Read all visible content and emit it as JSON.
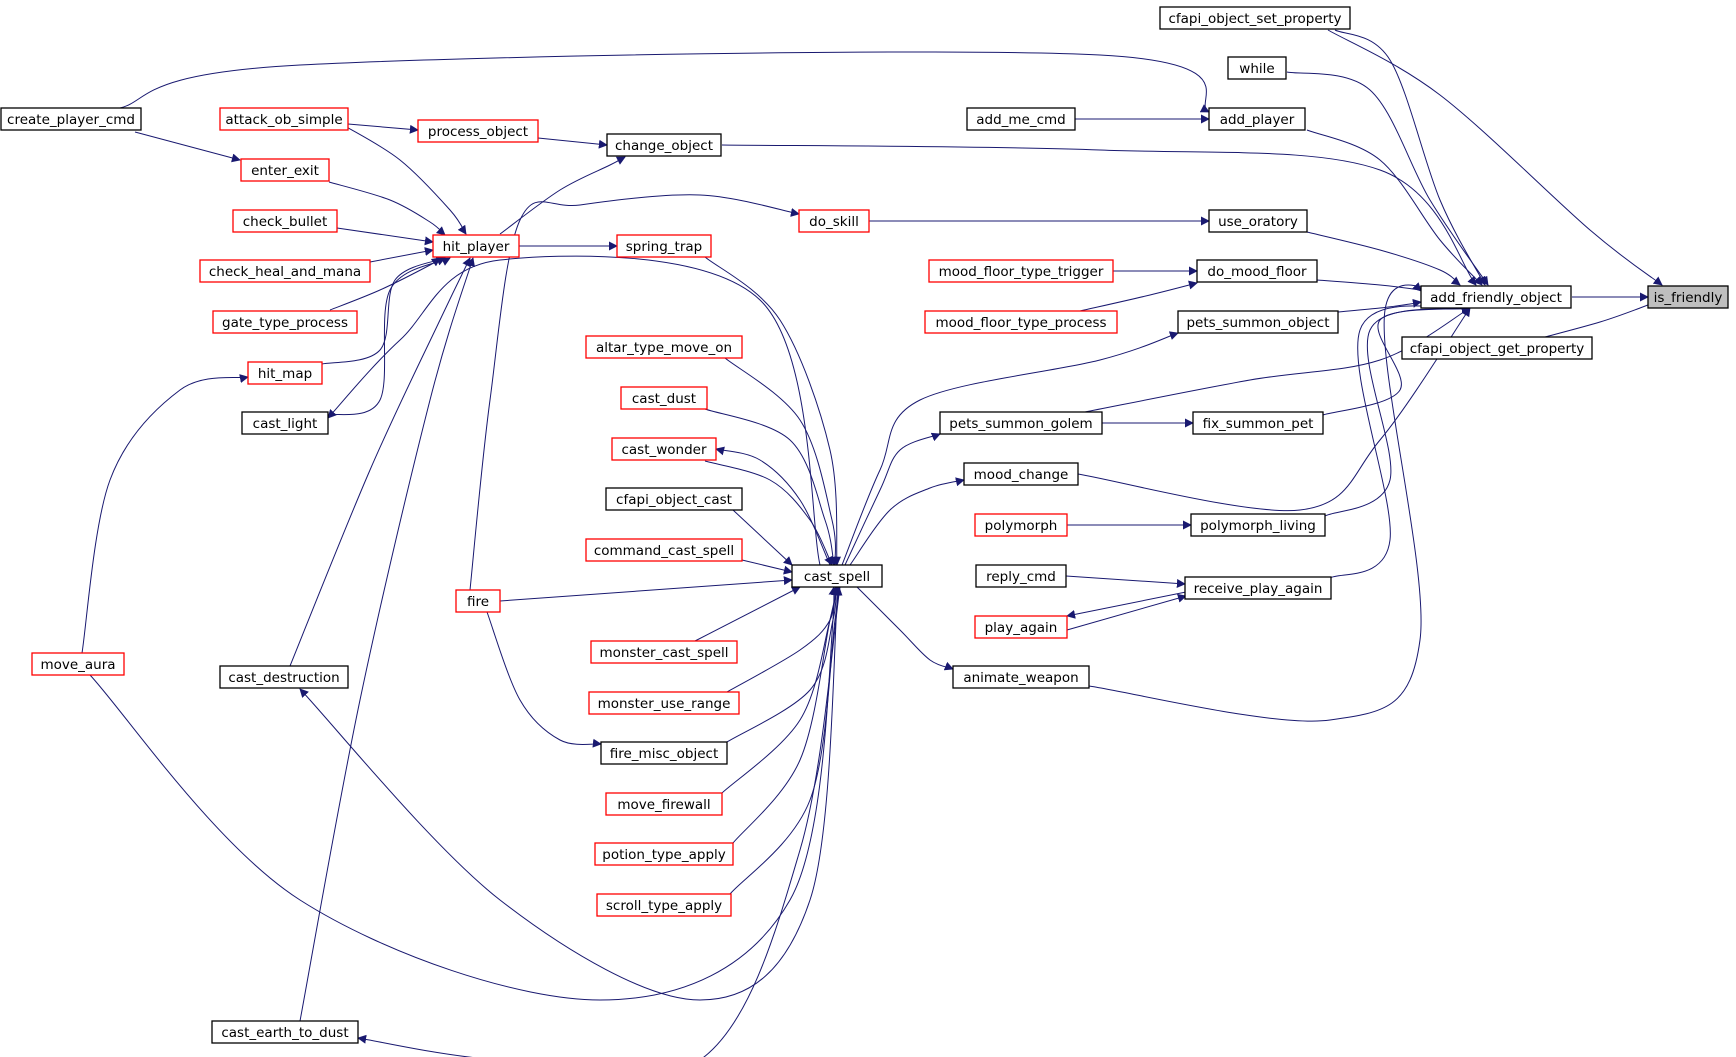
{
  "nodes": {
    "cfapi_object_set_property": {
      "label": "cfapi_object_set_property",
      "border": "black"
    },
    "while": {
      "label": "while",
      "border": "black"
    },
    "add_player": {
      "label": "add_player",
      "border": "black"
    },
    "add_me_cmd": {
      "label": "add_me_cmd",
      "border": "black"
    },
    "create_player_cmd": {
      "label": "create_player_cmd",
      "border": "black"
    },
    "attack_ob_simple": {
      "label": "attack_ob_simple",
      "border": "red"
    },
    "process_object": {
      "label": "process_object",
      "border": "red"
    },
    "change_object": {
      "label": "change_object",
      "border": "black"
    },
    "enter_exit": {
      "label": "enter_exit",
      "border": "red"
    },
    "check_bullet": {
      "label": "check_bullet",
      "border": "red"
    },
    "hit_player": {
      "label": "hit_player",
      "border": "red"
    },
    "spring_trap": {
      "label": "spring_trap",
      "border": "red"
    },
    "do_skill": {
      "label": "do_skill",
      "border": "red"
    },
    "use_oratory": {
      "label": "use_oratory",
      "border": "black"
    },
    "check_heal_and_mana": {
      "label": "check_heal_and_mana",
      "border": "red"
    },
    "mood_floor_type_trigger": {
      "label": "mood_floor_type_trigger",
      "border": "red"
    },
    "do_mood_floor": {
      "label": "do_mood_floor",
      "border": "black"
    },
    "add_friendly_object": {
      "label": "add_friendly_object",
      "border": "black"
    },
    "is_friendly": {
      "label": "is_friendly",
      "border": "black"
    },
    "gate_type_process": {
      "label": "gate_type_process",
      "border": "red"
    },
    "mood_floor_type_process": {
      "label": "mood_floor_type_process",
      "border": "red"
    },
    "pets_summon_object": {
      "label": "pets_summon_object",
      "border": "black"
    },
    "cfapi_object_get_property": {
      "label": "cfapi_object_get_property",
      "border": "black"
    },
    "altar_type_move_on": {
      "label": "altar_type_move_on",
      "border": "red"
    },
    "hit_map": {
      "label": "hit_map",
      "border": "red"
    },
    "cast_dust": {
      "label": "cast_dust",
      "border": "red"
    },
    "cast_light": {
      "label": "cast_light",
      "border": "black"
    },
    "pets_summon_golem": {
      "label": "pets_summon_golem",
      "border": "black"
    },
    "fix_summon_pet": {
      "label": "fix_summon_pet",
      "border": "black"
    },
    "cast_wonder": {
      "label": "cast_wonder",
      "border": "red"
    },
    "mood_change": {
      "label": "mood_change",
      "border": "black"
    },
    "cfapi_object_cast": {
      "label": "cfapi_object_cast",
      "border": "black"
    },
    "polymorph": {
      "label": "polymorph",
      "border": "red"
    },
    "polymorph_living": {
      "label": "polymorph_living",
      "border": "black"
    },
    "command_cast_spell": {
      "label": "command_cast_spell",
      "border": "red"
    },
    "cast_spell": {
      "label": "cast_spell",
      "border": "black"
    },
    "reply_cmd": {
      "label": "reply_cmd",
      "border": "black"
    },
    "receive_play_again": {
      "label": "receive_play_again",
      "border": "black"
    },
    "fire": {
      "label": "fire",
      "border": "red"
    },
    "play_again": {
      "label": "play_again",
      "border": "red"
    },
    "monster_cast_spell": {
      "label": "monster_cast_spell",
      "border": "red"
    },
    "move_aura": {
      "label": "move_aura",
      "border": "red"
    },
    "cast_destruction": {
      "label": "cast_destruction",
      "border": "black"
    },
    "animate_weapon": {
      "label": "animate_weapon",
      "border": "black"
    },
    "monster_use_range": {
      "label": "monster_use_range",
      "border": "red"
    },
    "fire_misc_object": {
      "label": "fire_misc_object",
      "border": "black"
    },
    "move_firewall": {
      "label": "move_firewall",
      "border": "red"
    },
    "potion_type_apply": {
      "label": "potion_type_apply",
      "border": "red"
    },
    "scroll_type_apply": {
      "label": "scroll_type_apply",
      "border": "red"
    },
    "cast_earth_to_dust": {
      "label": "cast_earth_to_dust",
      "border": "black"
    }
  },
  "root": "is_friendly",
  "edges": [
    [
      "add_friendly_object",
      "is_friendly"
    ],
    [
      "cfapi_object_set_property",
      "is_friendly"
    ],
    [
      "cfapi_object_get_property",
      "is_friendly"
    ],
    [
      "cfapi_object_set_property",
      "add_friendly_object"
    ],
    [
      "while",
      "add_friendly_object"
    ],
    [
      "add_player",
      "add_friendly_object"
    ],
    [
      "change_object",
      "add_friendly_object"
    ],
    [
      "use_oratory",
      "add_friendly_object"
    ],
    [
      "do_mood_floor",
      "add_friendly_object"
    ],
    [
      "pets_summon_object",
      "add_friendly_object"
    ],
    [
      "pets_summon_golem",
      "add_friendly_object"
    ],
    [
      "fix_summon_pet",
      "add_friendly_object"
    ],
    [
      "mood_change",
      "add_friendly_object"
    ],
    [
      "polymorph_living",
      "add_friendly_object"
    ],
    [
      "receive_play_again",
      "add_friendly_object"
    ],
    [
      "animate_weapon",
      "add_friendly_object"
    ],
    [
      "add_me_cmd",
      "add_player"
    ],
    [
      "create_player_cmd",
      "add_player"
    ],
    [
      "process_object",
      "change_object"
    ],
    [
      "hit_player",
      "change_object"
    ],
    [
      "attack_ob_simple",
      "process_object"
    ],
    [
      "create_player_cmd",
      "enter_exit"
    ],
    [
      "attack_ob_simple",
      "hit_player"
    ],
    [
      "enter_exit",
      "hit_player"
    ],
    [
      "check_bullet",
      "hit_player"
    ],
    [
      "check_heal_and_mana",
      "hit_player"
    ],
    [
      "gate_type_process",
      "hit_player"
    ],
    [
      "hit_map",
      "hit_player"
    ],
    [
      "cast_light",
      "hit_player"
    ],
    [
      "cast_destruction",
      "hit_player"
    ],
    [
      "cast_earth_to_dust",
      "hit_player"
    ],
    [
      "hit_player",
      "spring_trap"
    ],
    [
      "fire",
      "do_skill"
    ],
    [
      "do_skill",
      "use_oratory"
    ],
    [
      "mood_floor_type_trigger",
      "do_mood_floor"
    ],
    [
      "mood_floor_type_process",
      "do_mood_floor"
    ],
    [
      "cast_spell",
      "pets_summon_object"
    ],
    [
      "cast_spell",
      "pets_summon_golem"
    ],
    [
      "pets_summon_golem",
      "fix_summon_pet"
    ],
    [
      "cast_spell",
      "mood_change"
    ],
    [
      "polymorph",
      "polymorph_living"
    ],
    [
      "reply_cmd",
      "receive_play_again"
    ],
    [
      "receive_play_again",
      "play_again"
    ],
    [
      "play_again",
      "receive_play_again"
    ],
    [
      "cast_spell",
      "animate_weapon"
    ],
    [
      "spring_trap",
      "cast_spell"
    ],
    [
      "altar_type_move_on",
      "cast_spell"
    ],
    [
      "cast_dust",
      "cast_spell"
    ],
    [
      "cast_spell",
      "cast_wonder"
    ],
    [
      "cast_wonder",
      "cast_spell"
    ],
    [
      "cfapi_object_cast",
      "cast_spell"
    ],
    [
      "command_cast_spell",
      "cast_spell"
    ],
    [
      "fire",
      "cast_spell"
    ],
    [
      "monster_cast_spell",
      "cast_spell"
    ],
    [
      "monster_use_range",
      "cast_spell"
    ],
    [
      "fire_misc_object",
      "cast_spell"
    ],
    [
      "fire",
      "fire_misc_object"
    ],
    [
      "move_firewall",
      "cast_spell"
    ],
    [
      "potion_type_apply",
      "cast_spell"
    ],
    [
      "scroll_type_apply",
      "cast_spell"
    ],
    [
      "cast_spell",
      "cast_light"
    ],
    [
      "cast_spell",
      "cast_destruction"
    ],
    [
      "cast_spell",
      "cast_earth_to_dust"
    ],
    [
      "move_aura",
      "cast_spell"
    ],
    [
      "move_aura",
      "hit_map"
    ]
  ],
  "colors": {
    "edge": "#191970",
    "node_border_black": "#000000",
    "node_border_red": "#ff0000",
    "root_fill": "#bfbfbf",
    "node_fill": "#ffffff"
  }
}
